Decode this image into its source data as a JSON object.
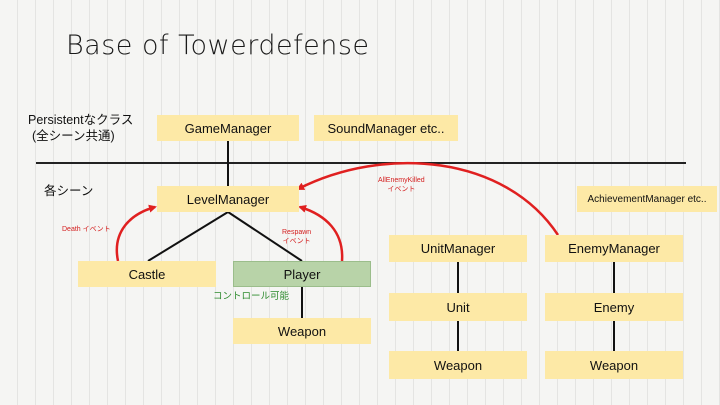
{
  "title": "Base of Towerdefense",
  "sections": {
    "persistent_line1": "Persistentなクラス",
    "persistent_line2": "(全シーン共通)",
    "each_scene": "各シーン"
  },
  "nodes": {
    "game_manager": "GameManager",
    "sound_manager": "SoundManager etc..",
    "level_manager": "LevelManager",
    "achievement_manager": "AchievementManager etc..",
    "castle": "Castle",
    "player": "Player",
    "player_weapon": "Weapon",
    "unit_manager": "UnitManager",
    "unit": "Unit",
    "unit_weapon": "Weapon",
    "enemy_manager": "EnemyManager",
    "enemy": "Enemy",
    "enemy_weapon": "Weapon"
  },
  "events": {
    "death_event": "Death イベント",
    "respawn_line1": "Respawn",
    "respawn_line2": "イベント",
    "all_enemy_killed_line1": "AllEnemyKilled",
    "all_enemy_killed_line2": "イベント"
  },
  "annotations": {
    "controllable": "コントロール可能"
  },
  "colors": {
    "box_fill": "#fde9a6",
    "player_fill": "#b8d3a8",
    "event_arrow": "#e02020",
    "controllable_text": "#2d8a2d"
  }
}
